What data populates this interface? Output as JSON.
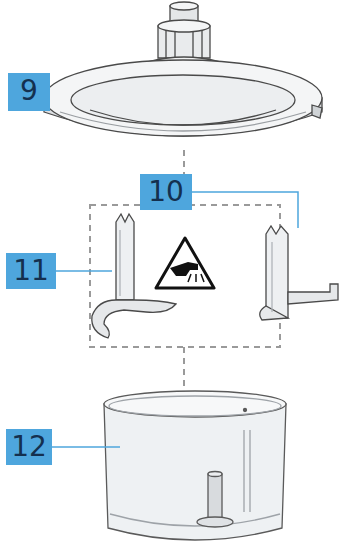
{
  "diagram": {
    "labels": [
      "9",
      "10",
      "11",
      "12"
    ]
  }
}
